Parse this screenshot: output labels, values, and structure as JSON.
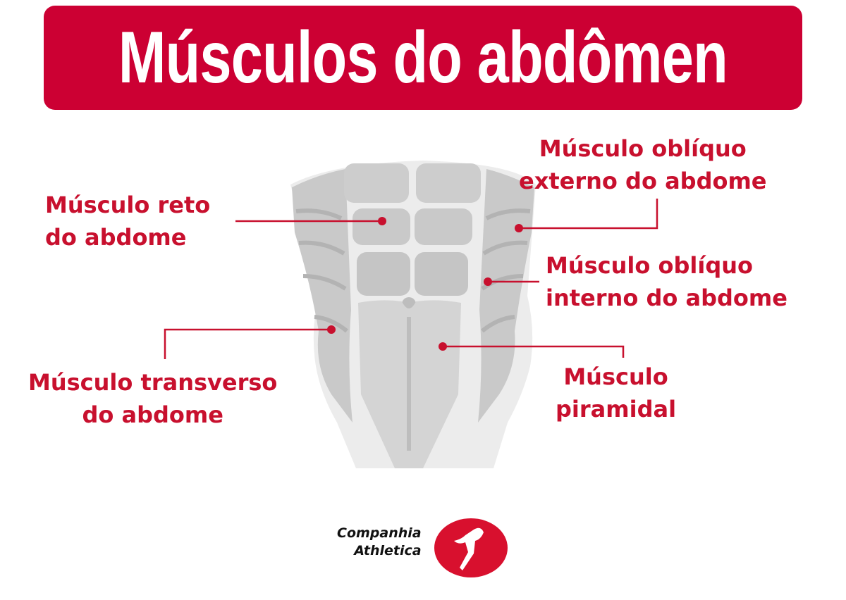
{
  "title": "Músculos do abdômen",
  "colors": {
    "accent": "#cc0033",
    "label": "#c8102e",
    "muscle": "#cfcfcf",
    "muscle_dark": "#b5b5b5",
    "fascia": "#ececec"
  },
  "labels": [
    {
      "id": "reto",
      "lines": [
        "Músculo reto",
        "do abdome"
      ]
    },
    {
      "id": "obliquo-externo",
      "lines": [
        "Músculo oblíquo",
        "externo do abdome"
      ]
    },
    {
      "id": "obliquo-interno",
      "lines": [
        "Músculo oblíquo",
        "interno do abdome"
      ]
    },
    {
      "id": "transverso",
      "lines": [
        "Músculo transverso",
        "do abdome"
      ]
    },
    {
      "id": "piramidal",
      "lines": [
        "Músculo",
        "piramidal"
      ]
    }
  ],
  "logo": {
    "line1": "Companhia",
    "line2": "Athletica"
  }
}
